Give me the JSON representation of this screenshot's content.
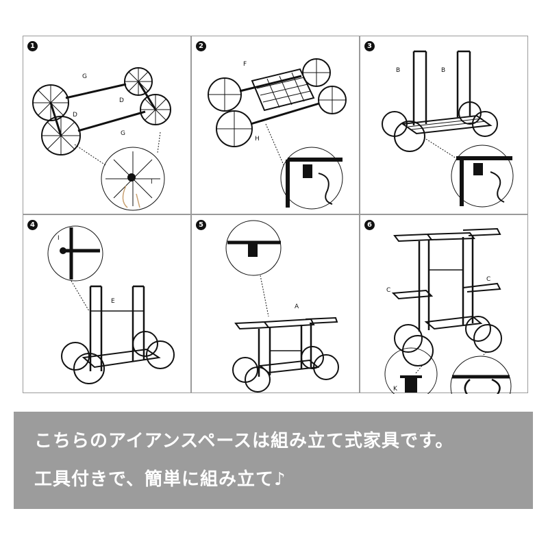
{
  "steps": [
    {
      "number": "1",
      "labels": [
        "G",
        "D",
        "D",
        "G",
        "I"
      ]
    },
    {
      "number": "2",
      "labels": [
        "F",
        "H"
      ]
    },
    {
      "number": "3",
      "labels": [
        "B",
        "B"
      ]
    },
    {
      "number": "4",
      "labels": [
        "I",
        "E"
      ]
    },
    {
      "number": "5",
      "labels": [
        "A"
      ]
    },
    {
      "number": "6",
      "labels": [
        "C",
        "C",
        "K"
      ]
    }
  ],
  "caption": {
    "line1": "こちらのアイアンスペースは組み立て式家具です。",
    "line2": "工具付きで、簡単に組み立て♪"
  },
  "colors": {
    "caption_bg": "#9c9c9c",
    "border": "#9a9a9a",
    "iron": "#111111"
  }
}
